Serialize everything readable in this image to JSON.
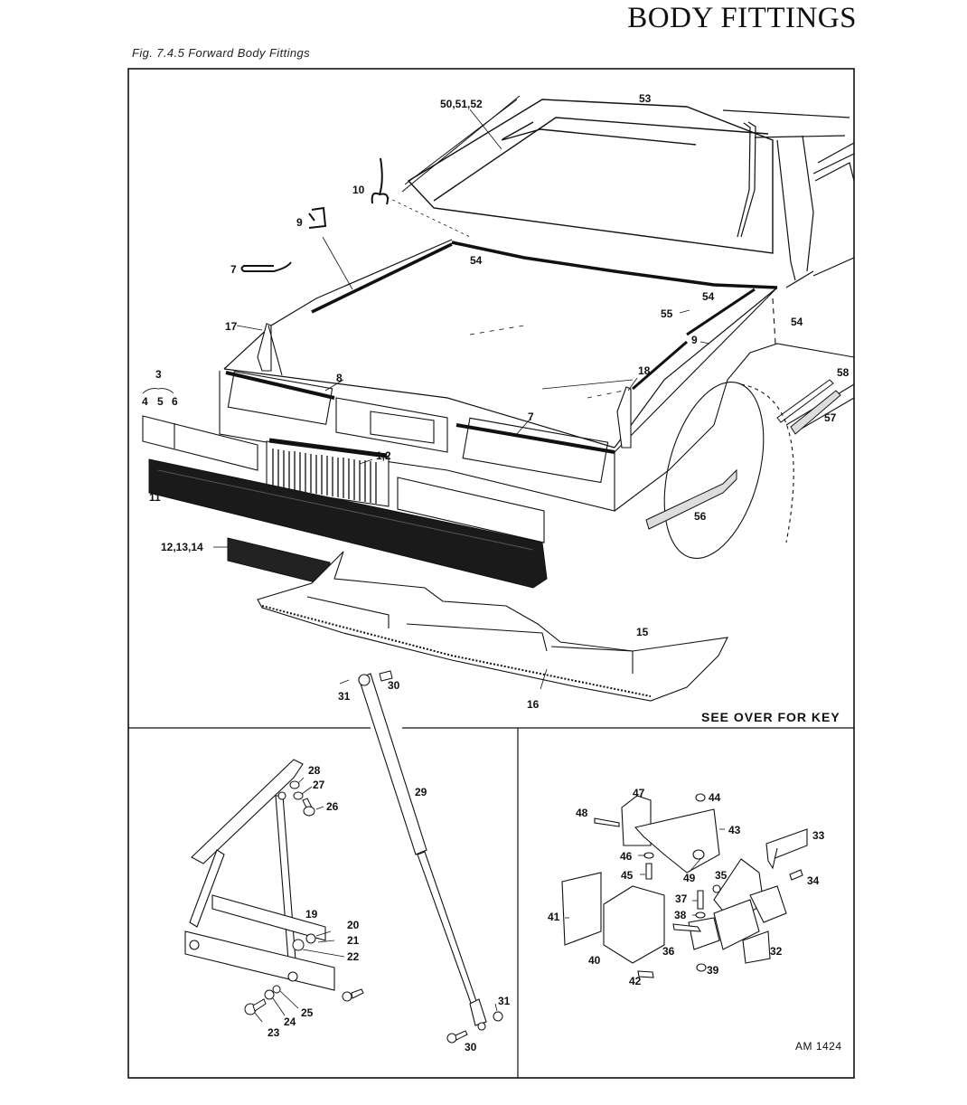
{
  "page": {
    "title": "BODY FITTINGS",
    "figure_caption": "Fig. 7.4.5  Forward Body Fittings",
    "see_over": "SEE OVER FOR KEY",
    "drawing_code": "AM 1424"
  },
  "panels": {
    "main": {
      "name": "Forward body assembly",
      "callouts": {
        "c50_52": "50,51,52",
        "c53": "53",
        "c10": "10",
        "c9a": "9",
        "c7a": "7",
        "c54a": "54",
        "c54b": "54",
        "c54c": "54",
        "c55": "55",
        "c9b": "9",
        "c17": "17",
        "c18": "18",
        "c58": "58",
        "c57": "57",
        "c3": "3",
        "c4": "4",
        "c5": "5",
        "c6": "6",
        "c8": "8",
        "c7b": "7",
        "c1_2": "1,2",
        "c11": "11",
        "c12_14": "12,13,14",
        "c56": "56",
        "c15": "15",
        "c16": "16",
        "c31a": "31",
        "c30a": "30"
      }
    },
    "hinge": {
      "name": "Bonnet hinge and strut",
      "callouts": {
        "c28": "28",
        "c27": "27",
        "c26": "26",
        "c29": "29",
        "c19": "19",
        "c20": "20",
        "c21": "21",
        "c22": "22",
        "c23": "23",
        "c24": "24",
        "c25": "25",
        "c31b": "31",
        "c30b": "30"
      }
    },
    "latch": {
      "name": "Bonnet latch assembly",
      "callouts": {
        "c47": "47",
        "c44": "44",
        "c48": "48",
        "c43": "43",
        "c33": "33",
        "c46": "46",
        "c45": "45",
        "c49": "49",
        "c35": "35",
        "c34": "34",
        "c37": "37",
        "c38": "38",
        "c41": "41",
        "c36": "36",
        "c32": "32",
        "c40": "40",
        "c39": "39",
        "c42": "42"
      }
    }
  }
}
